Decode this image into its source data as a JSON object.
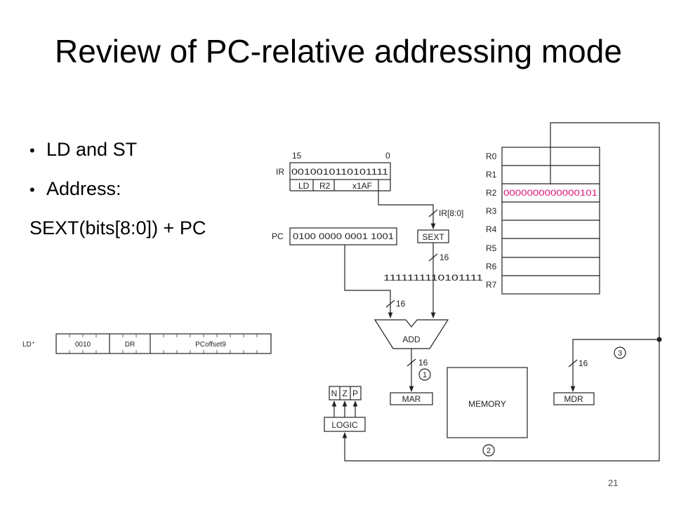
{
  "slide": {
    "title": "Review of PC-relative addressing mode",
    "bullets": [
      "LD and ST",
      "Address:"
    ],
    "formula": "SEXT(bits[8:0]) + PC",
    "page_number": "21"
  },
  "encoding": {
    "label": "LD⁺",
    "opcode": "0010",
    "dr": "DR",
    "offset": "PCoffset9"
  },
  "datapath": {
    "ir": {
      "label": "IR",
      "bit_high": "15",
      "bit_low": "0",
      "bits": "0010010110101111",
      "field_op": "LD",
      "field_reg": "R2",
      "field_off": "x1AF",
      "bus_label": "IR[8:0]"
    },
    "pc": {
      "label": "PC",
      "value": "0100 0000 0001 1001"
    },
    "sext": {
      "label": "SEXT",
      "width": "16",
      "output": "1111111110101111"
    },
    "add": {
      "label": "ADD",
      "in_width": "16",
      "out_width": "16"
    },
    "mar": {
      "label": "MAR"
    },
    "memory": {
      "label": "MEMORY"
    },
    "mdr": {
      "label": "MDR",
      "width": "16"
    },
    "logic": {
      "label": "LOGIC",
      "n": "N",
      "z": "Z",
      "p": "P"
    },
    "regfile": {
      "names": [
        "R0",
        "R1",
        "R2",
        "R3",
        "R4",
        "R5",
        "R6",
        "R7"
      ],
      "values": [
        "",
        "",
        "0000000000000101",
        "",
        "",
        "",
        "",
        ""
      ]
    },
    "steps": [
      "1",
      "2",
      "3"
    ]
  },
  "colors": {
    "highlight": "#e0157a",
    "line": "#222222"
  }
}
